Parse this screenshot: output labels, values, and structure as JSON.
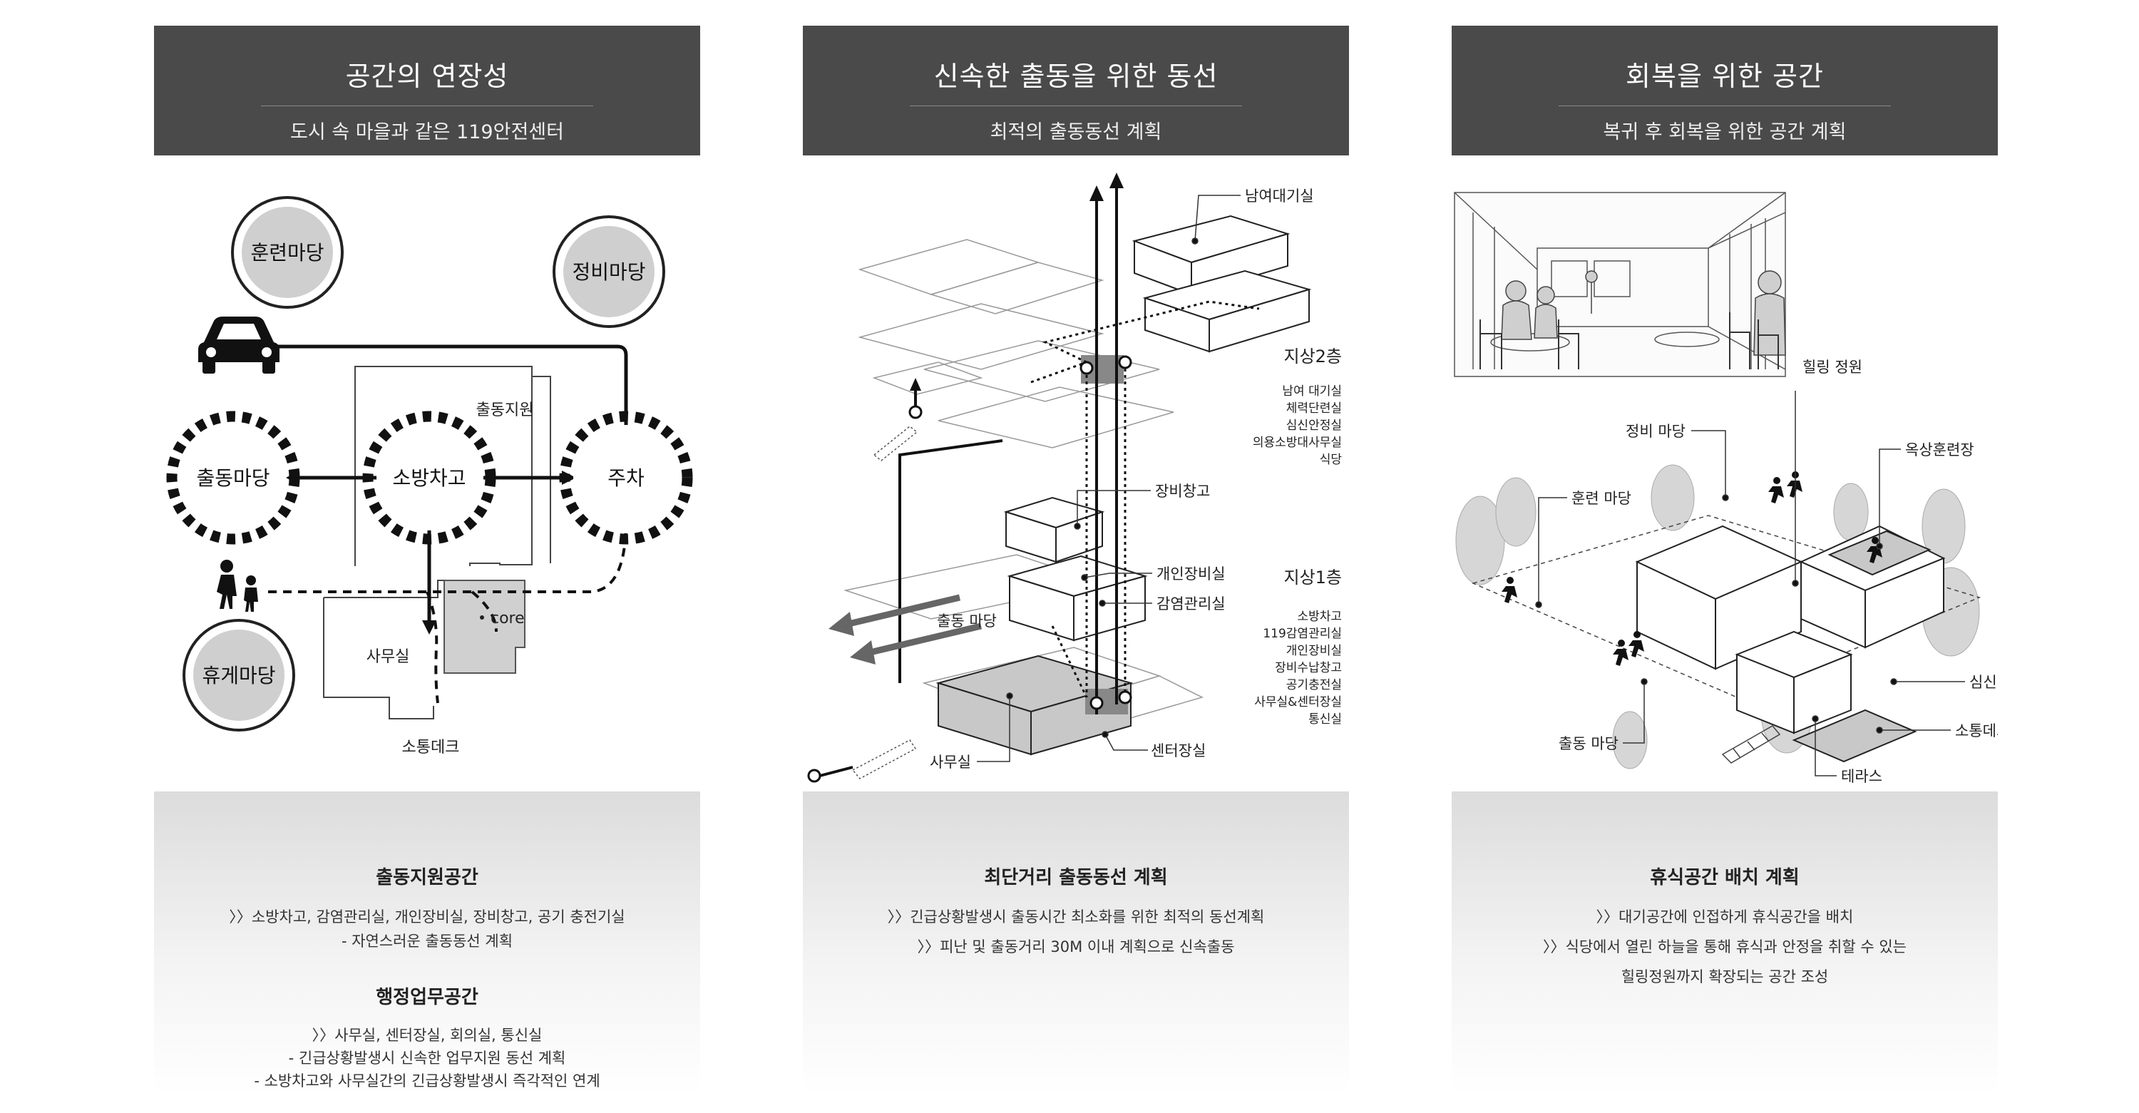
{
  "panels": [
    {
      "title": "공간의 연장성",
      "subtitle": "도시 속 마을과 같은 119안전센터",
      "diagram": {
        "nodes": [
          "훈련마당",
          "정비마당",
          "출동마당",
          "소방차고",
          "주차",
          "휴게마당"
        ],
        "labels": [
          "출동지원",
          "core",
          "사무실",
          "소통데크"
        ]
      },
      "sections": [
        {
          "title": "출동지원공간",
          "lines": [
            "〉〉소방차고, 감염관리실, 개인장비실, 장비창고, 공기 충전기실",
            "- 자연스러운 출동동선 계획"
          ]
        },
        {
          "title": "행정업무공간",
          "lines": [
            "〉〉사무실, 센터장실, 회의실, 통신실",
            "- 긴급상황발생시 신속한 업무지원 동선 계획",
            "- 소방차고와 사무실간의 긴급상황발생시 즉각적인 연계"
          ]
        }
      ]
    },
    {
      "title": "신속한 출동을 위한 동선",
      "subtitle": "최적의 출동동선 계획",
      "diagram": {
        "room_labels": [
          "남여대기실",
          "장비창고",
          "개인장비실",
          "감염관리실",
          "출동 마당",
          "사무실",
          "센터장실"
        ],
        "floor2": {
          "title": "지상2층",
          "rooms": [
            "남여 대기실",
            "체력단련실",
            "심신안정실",
            "의용소방대사무실",
            "식당"
          ]
        },
        "floor1": {
          "title": "지상1층",
          "rooms": [
            "소방차고",
            "119감염관리실",
            "개인장비실",
            "장비수납창고",
            "공기충전실",
            "사무실&센터장실",
            "통신실"
          ]
        }
      },
      "sections": [
        {
          "title": "최단거리 출동동선 계획",
          "lines": [
            "〉〉긴급상황발생시 출동시간 최소화를 위한 최적의 동선계획",
            "〉〉피난 및 출동거리 30M 이내 계획으로 신속출동"
          ]
        }
      ]
    },
    {
      "title": "회복을 위한 공간",
      "subtitle": "복귀 후 회복을 위한 공간 계획",
      "diagram": {
        "labels": [
          "힐링 정원",
          "정비 마당",
          "옥상훈련장",
          "훈련 마당",
          "심신안정실",
          "소통데크",
          "출동 마당",
          "테라스"
        ]
      },
      "sections": [
        {
          "title": "휴식공간 배치 계획",
          "lines": [
            "〉〉대기공간에 인접하게 휴식공간을 배치",
            "〉〉식당에서 열린 하늘을 통해 휴식과 안정을 취할 수 있는",
            "힐링정원까지 확장되는 공간 조성"
          ]
        }
      ]
    }
  ]
}
